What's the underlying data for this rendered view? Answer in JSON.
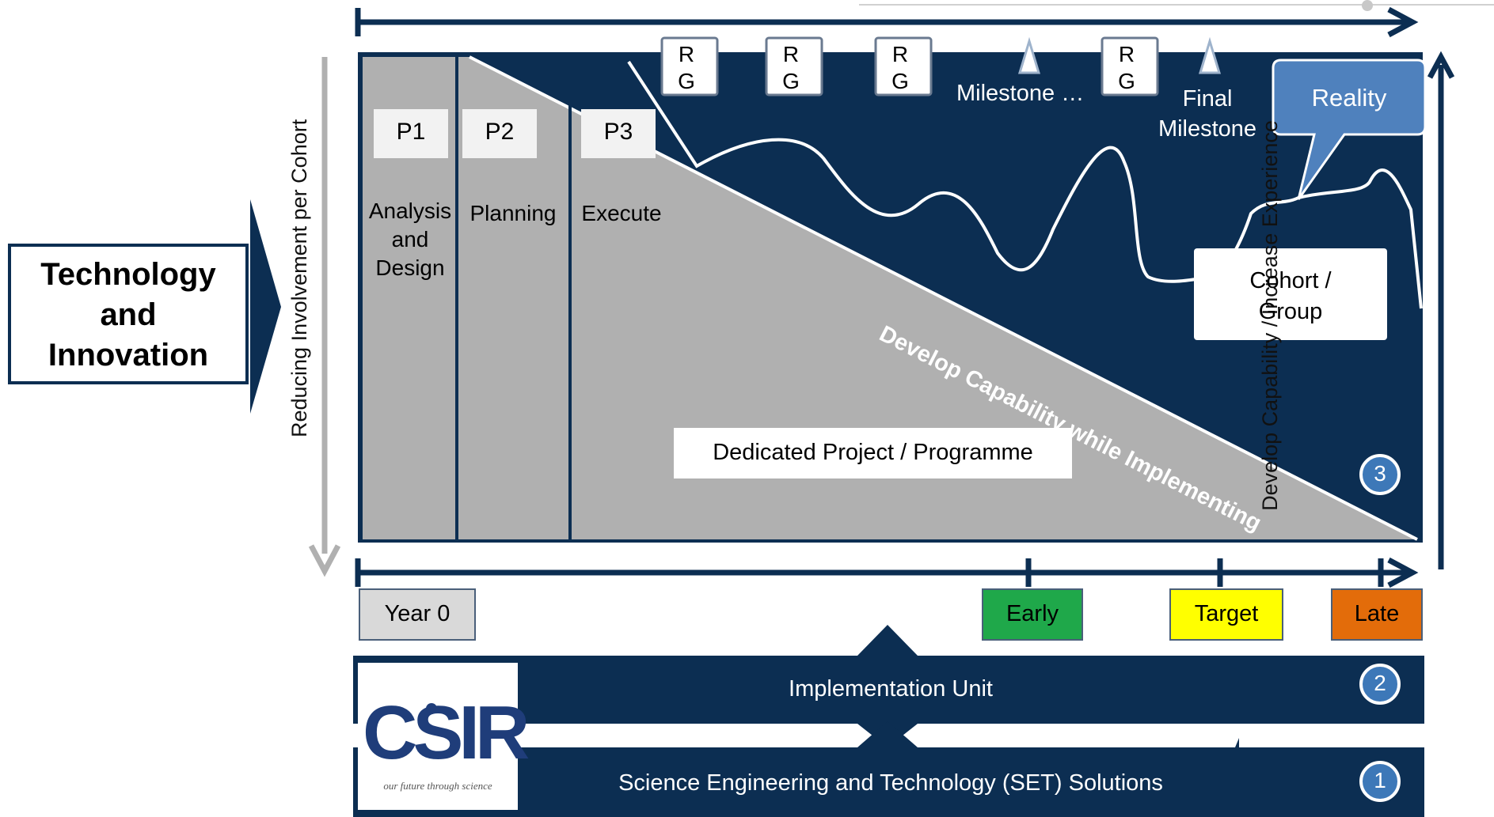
{
  "left_box": {
    "line1": "Technology",
    "line2": "and",
    "line3": "Innovation"
  },
  "axes": {
    "left_vertical": "Reducing Involvement per Cohort",
    "right_vertical": "Develop Capability / Increase Experience"
  },
  "phases": [
    {
      "tag": "P1",
      "name_lines": [
        "Analysis",
        "and",
        "Design"
      ]
    },
    {
      "tag": "P2",
      "name_lines": [
        "Planning"
      ]
    },
    {
      "tag": "P3",
      "name_lines": [
        "Execute"
      ]
    }
  ],
  "gates": [
    {
      "line1": "R",
      "line2": "G"
    },
    {
      "line1": "R",
      "line2": "G"
    },
    {
      "line1": "R",
      "line2": "G"
    },
    {
      "line1": "R",
      "line2": "G"
    }
  ],
  "milestones": {
    "milestone": "Milestone",
    "ellipsis": "…",
    "final_line1": "Final",
    "final_line2": "Milestone"
  },
  "reality": "Reality",
  "cohort": {
    "line1": "Cohort /",
    "line2": "Group"
  },
  "diagonal_label": "Develop Capability while Implementing",
  "dedicated": "Dedicated Project / Programme",
  "badges": {
    "three": "3",
    "two": "2",
    "one": "1"
  },
  "timeline": [
    {
      "label": "Year 0",
      "color": "#d9d9d9"
    },
    {
      "label": "Early",
      "color": "#1fa84a"
    },
    {
      "label": "Target",
      "color": "#ffff00"
    },
    {
      "label": "Late",
      "color": "#e36c0a"
    }
  ],
  "bars": {
    "implementation": "Implementation Unit",
    "set": "Science Engineering and Technology (SET) Solutions"
  },
  "logo": {
    "name": "CSIR",
    "tagline": "our future through science"
  },
  "colors": {
    "navy": "#0c2e52",
    "grey": "#b0b0b0",
    "badge": "#3d78b8",
    "reality": "#4f81bd"
  }
}
